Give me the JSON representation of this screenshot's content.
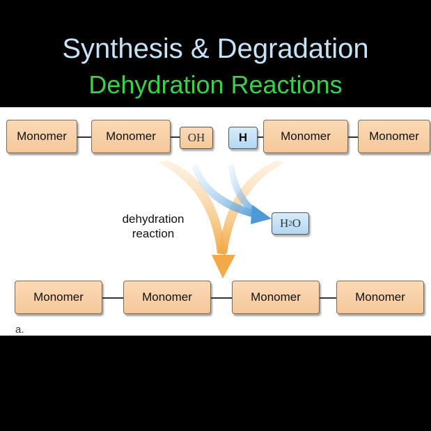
{
  "slide": {
    "title": "Synthesis & Degradation",
    "subtitle": "Dehydration Reactions"
  },
  "diagram": {
    "top_row": [
      "Monomer",
      "Monomer",
      "Monomer",
      "Monomer"
    ],
    "hydroxyl_label": "OH",
    "hydrogen_label": "H",
    "reaction_label_line1": "dehydration",
    "reaction_label_line2": "reaction",
    "water_label_main": "H",
    "water_label_sub": "2",
    "water_label_end": "O",
    "bottom_row": [
      "Monomer",
      "Monomer",
      "Monomer",
      "Monomer"
    ],
    "panel_label": "a."
  },
  "colors": {
    "background": "#000000",
    "title": "#c6e2f6",
    "subtitle": "#38d24a",
    "monomer_fill": "#f5c89a",
    "blue_group_fill": "#b2d7f3",
    "orange_arrow": "#f4b35a",
    "blue_arrow": "#5aa2dc"
  }
}
